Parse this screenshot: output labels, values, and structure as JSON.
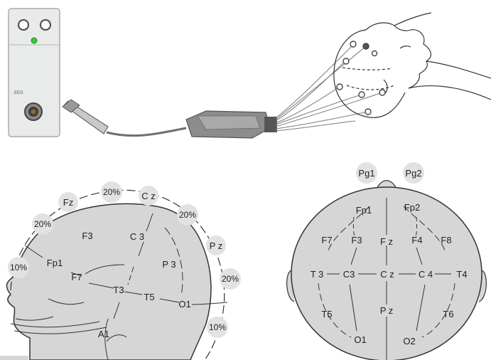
{
  "device": {
    "label": "EEG"
  },
  "side_view": {
    "electrodes": {
      "fz": "Fz",
      "cz": "C z",
      "pz": "P z",
      "f3": "F3",
      "c3": "C 3",
      "p3": "P 3",
      "fp1": "Fp1",
      "f7": "F7",
      "t3": "T3",
      "t5": "T5",
      "o1": "O1",
      "a1": "A1"
    },
    "percentages": {
      "p10_front": "10%",
      "p20_front": "20%",
      "p20_top": "20%",
      "p20_cz_right": "20%",
      "p20_back": "20%",
      "p10_back": "10%"
    }
  },
  "top_view": {
    "electrodes": {
      "pg1": "Pg1",
      "pg2": "Pg2",
      "fp1": "Fp1",
      "fp2": "Fp2",
      "f7": "F7",
      "f3": "F3",
      "fz": "F z",
      "f4": "F4",
      "f8": "F8",
      "t3": "T 3",
      "c3": "C3",
      "cz": "C z",
      "c4": "C 4",
      "t4": "T4",
      "t5": "T5",
      "pz": "P z",
      "t6": "T6",
      "o1": "O1",
      "o2": "O2"
    }
  },
  "colors": {
    "device_body": "#e9eaea",
    "head_fill": "#d6d6d6",
    "bubble": "#e2e2e2",
    "led": "#3ec43e",
    "cable": "#6f6f6f",
    "line": "#333333"
  }
}
